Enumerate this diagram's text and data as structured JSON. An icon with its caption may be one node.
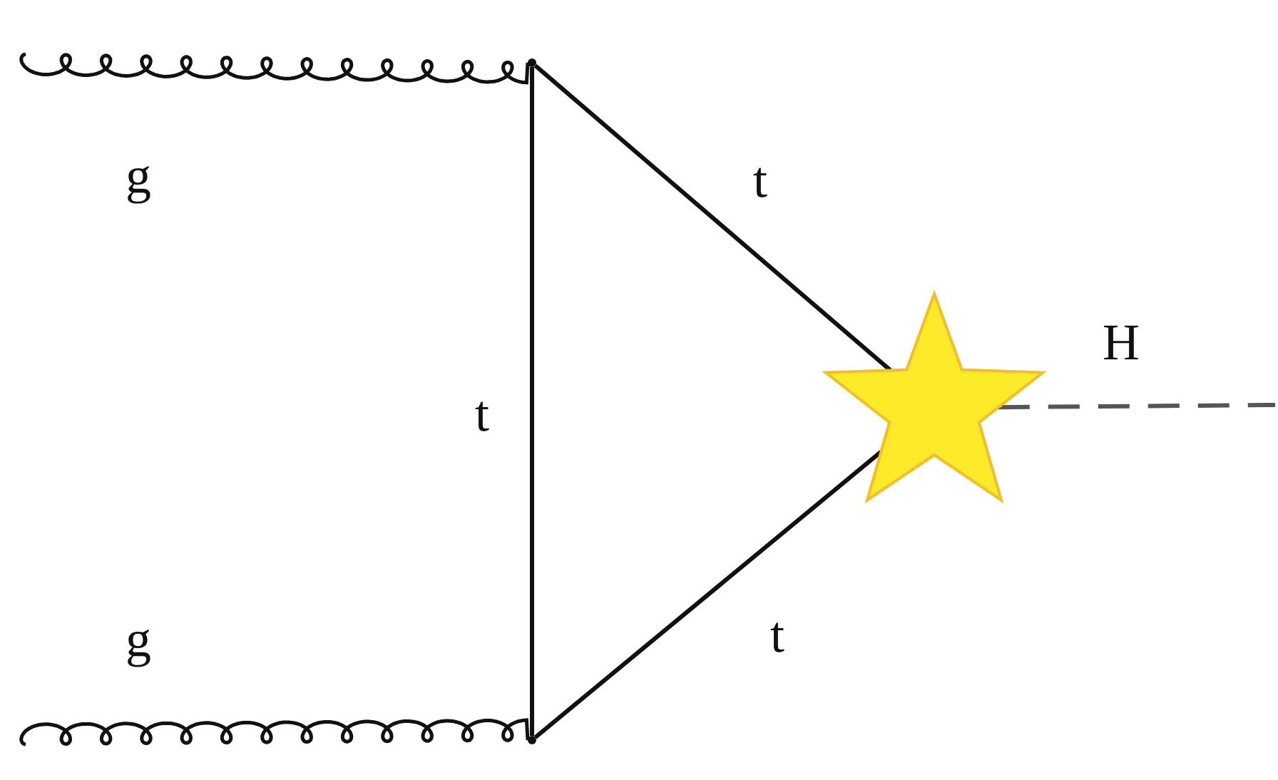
{
  "diagram": {
    "nodes": [
      {
        "text": [],
        "shape": "point"
      },
      {
        "text": [],
        "shape": "point"
      },
      {
        "text": [],
        "shape": "star"
      }
    ],
    "edges": [
      {
        "from": null,
        "to": 0,
        "arrow": "none",
        "label": "g"
      },
      {
        "from": null,
        "to": 1,
        "arrow": "none",
        "label": "g"
      },
      {
        "from": 0,
        "to": 1,
        "arrow": "none",
        "label": "t"
      },
      {
        "from": 0,
        "to": 2,
        "arrow": "none",
        "label": "t"
      },
      {
        "from": 1,
        "to": 2,
        "arrow": "none",
        "label": "t"
      },
      {
        "from": 2,
        "to": null,
        "arrow": "none",
        "label": "H",
        "style": "dashed",
        "color": "#555555"
      }
    ]
  }
}
